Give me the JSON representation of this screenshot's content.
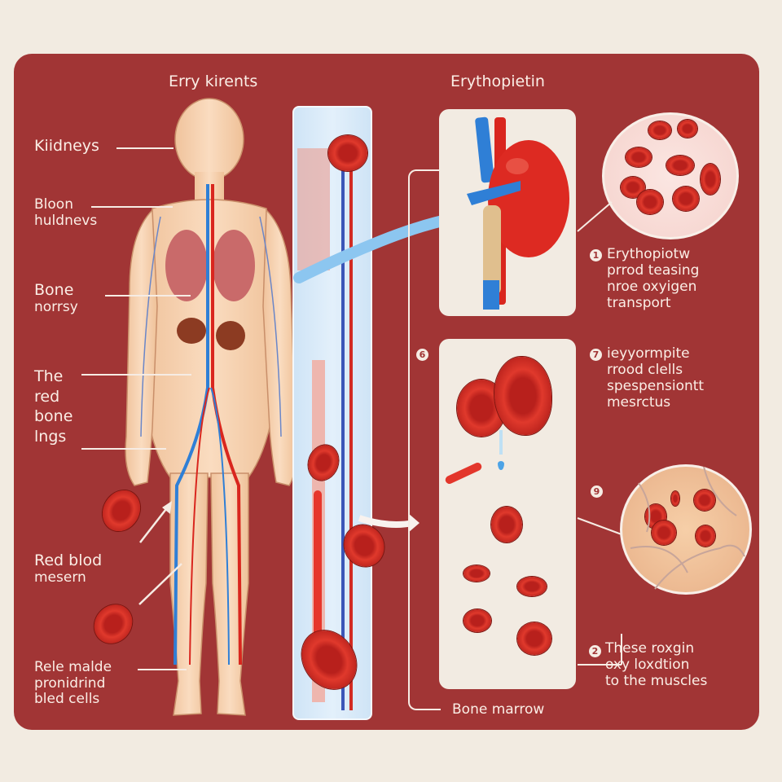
{
  "colors": {
    "background": "#f2ebe1",
    "panel": "#a13535",
    "card": "#f2ebe2",
    "label_text": "#fbeee6",
    "rbc_red": "#d8322a",
    "vein_blue": "#2f7fd6",
    "artery_red": "#d9261e",
    "skin": "#f6d5b4"
  },
  "body_section": {
    "title": "Erry kirents",
    "labels": [
      {
        "id": "kidneys",
        "lines": [
          "Kiidneys"
        ]
      },
      {
        "id": "bloon",
        "lines": [
          "Bloon",
          "huldnevs"
        ]
      },
      {
        "id": "bone-norrsy",
        "lines": [
          "Bone",
          "norrsy"
        ]
      },
      {
        "id": "the-red-bone",
        "lines": [
          "The",
          "red",
          "bone",
          "lngs"
        ]
      },
      {
        "id": "red-blood",
        "lines": [
          "Red blod",
          "mesern"
        ]
      },
      {
        "id": "rele-malde",
        "lines": [
          "Rele malde",
          "pronidrind",
          "bled cells"
        ]
      }
    ]
  },
  "right_section": {
    "title": "Erythopietin",
    "steps": [
      {
        "marker": "1",
        "lines": [
          "Erythopiotw",
          "prrod teasing",
          "nroe oxyigen",
          "transport"
        ]
      },
      {
        "marker": "7",
        "lines": [
          "ieyyormpite",
          "rrood clells",
          "spespensiontt",
          "mesrctus"
        ]
      },
      {
        "marker": "6",
        "lines": []
      },
      {
        "marker": "9",
        "lines": []
      },
      {
        "marker": "2",
        "lines": [
          "These roxgin",
          "oxy loxdtion",
          "to the muscles"
        ]
      }
    ],
    "bottom_caption": "Bone marrow"
  },
  "icons": {
    "kidney": "kidney-illustration",
    "rbc": "red-blood-cell",
    "arrow": "flow-arrow",
    "magnifier": "microscope-inset"
  }
}
